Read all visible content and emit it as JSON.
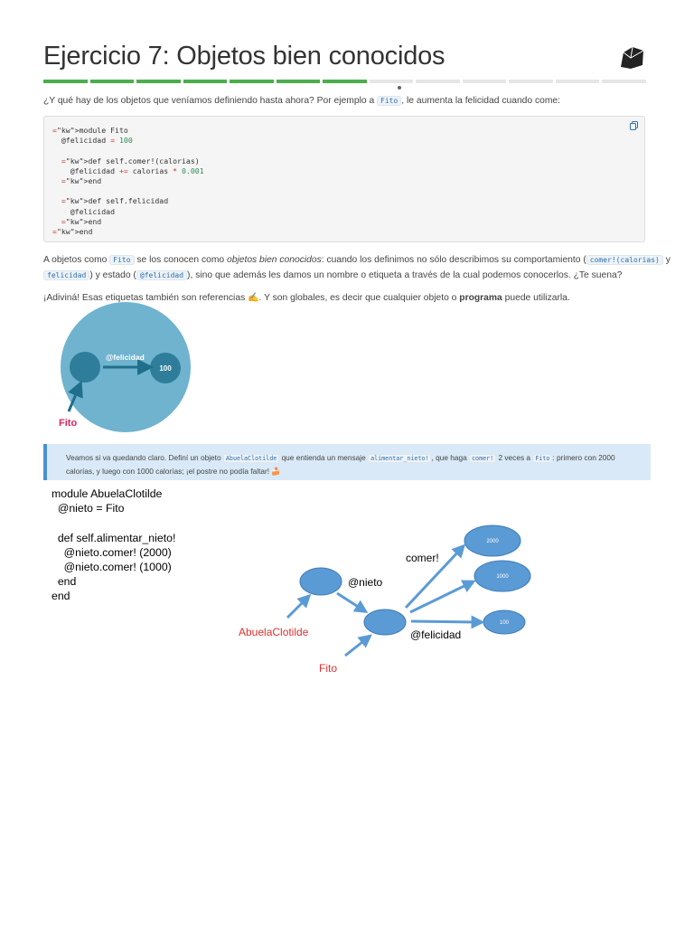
{
  "header": {
    "title": "Ejercicio 7: Objetos bien conocidos"
  },
  "progress": {
    "total": 13,
    "completed": 7
  },
  "intro": {
    "before": "¿Y qué hay de los objetos que veníamos definiendo hasta ahora? Por ejemplo a ",
    "chip": "Fito",
    "after": ", le aumenta la felicidad cuando come:"
  },
  "code_lines": [
    "module Fito",
    "  @felicidad = 100",
    "",
    "  def self.comer!(calorias)",
    "    @felicidad += calorias * 0.001",
    "  end",
    "",
    "  def self.felicidad",
    "    @felicidad",
    "  end",
    "end"
  ],
  "para2": {
    "l1a": "A objetos como ",
    "chip1": "Fito",
    "l1b": " se los conocen como ",
    "l1em": "objetos bien conocidos",
    "l1c": ": cuando los definimos no sólo describimos su comportamiento (",
    "chip2": "comer!(calorias)",
    "l1d": " y",
    "chip3": "felicidad",
    "l2a": ") y estado (",
    "chip4": "@felicidad",
    "l2b": "), sino que además les damos un nombre o etiqueta a través de la cual podemos conocerlos. ¿Te suena?"
  },
  "para3": {
    "a": "¡Adiviná! Esas etiquetas también son referencias ",
    "b": ". Y son globales, es decir que cualquier objeto o ",
    "bold": "programa",
    "c": " puede utilizarla."
  },
  "diagram1": {
    "arrow_label": "@felicidad",
    "value": "100",
    "ref_label": "Fito"
  },
  "info": {
    "l1a": "Veamos si va quedando claro. Definí un objeto ",
    "chip1": "AbuelaClotilde",
    "l1b": " que entienda un mensaje ",
    "chip2": "alimentar_nieto!",
    "l1c": ", que haga ",
    "chip3": "comer!",
    "l1d": " 2 veces a ",
    "chip4": "Fito",
    "l1e": ": primero con 2000",
    "l2": "calorías, y luego con 1000 calorías; ¡el postre no podía faltar! "
  },
  "handwritten_code": "module AbuelaClotilde\n  @nieto = Fito\n\n  def self.alimentar_nieto!\n    @nieto.comer! (2000)\n    @nieto.comer! (1000)\n  end\nend",
  "diagram2": {
    "nieto_label": "@nieto",
    "comer_label": "comer!",
    "felicidad_label": "@felicidad",
    "abuela_label": "AbuelaClotilde",
    "fito_label": "Fito",
    "n2000": "2000",
    "n1000": "1000",
    "n100": "100"
  },
  "colors": {
    "accent_green": "#4cae4c",
    "ref_red": "#e0245e",
    "node_blue": "#5b9bd5"
  }
}
